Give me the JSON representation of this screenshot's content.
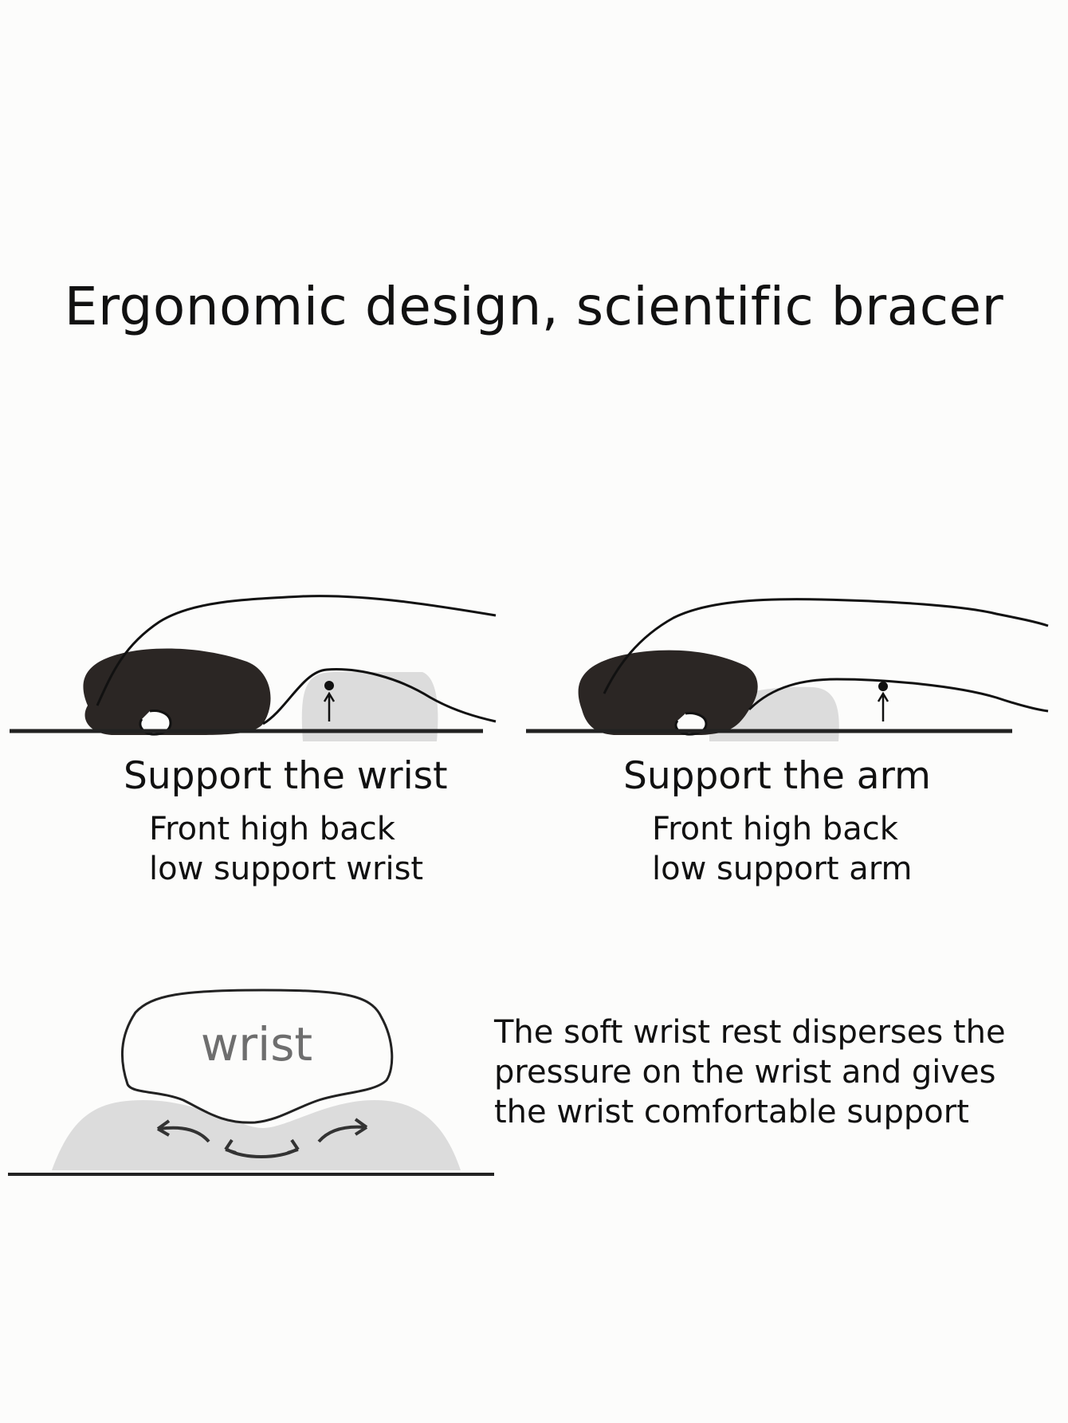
{
  "title": "Ergonomic design, scientific bracer",
  "panels": {
    "wrist": {
      "heading": "Support the wrist",
      "sub_lines": [
        "Front high back",
        "low support wrist"
      ]
    },
    "arm": {
      "heading": "Support the arm",
      "sub_lines": [
        "Front high back",
        "low support arm"
      ]
    }
  },
  "cross_section": {
    "label": "wrist",
    "description_lines": [
      "The soft wrist rest disperses the",
      "pressure on the wrist and gives",
      "the wrist comfortable support"
    ]
  },
  "colors": {
    "ink": "#111111",
    "mouse": "#2b2624",
    "rest": "#dcdcdc",
    "label_grey": "#6e6e6e"
  }
}
